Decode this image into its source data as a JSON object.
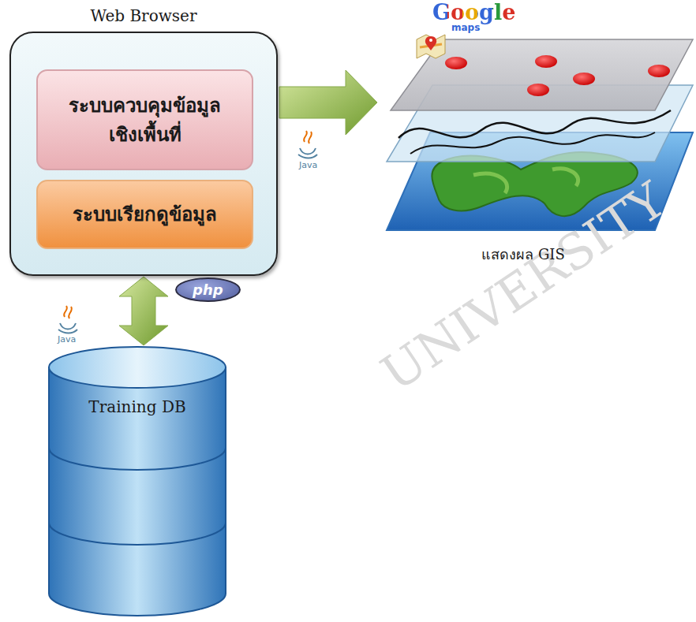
{
  "diagram": {
    "nodes": [
      {
        "text": [
          "Web Browser"
        ]
      },
      {
        "text": [
          "ระบบควบคุมข้อมูล เชิงเพื้นที่"
        ],
        "in": 0
      },
      {
        "text": [
          "ระบบเรียกดูข้อมูล"
        ],
        "in": 0
      },
      {
        "text": [
          "แสดงผล GIS"
        ]
      },
      {
        "text": [
          "Training DB"
        ]
      }
    ],
    "edges": [
      {
        "from": 0,
        "to": 3,
        "arrow": "to"
      },
      {
        "from": 0,
        "to": 4,
        "arrow": "both"
      }
    ],
    "labels": [
      "Google",
      "maps",
      "Java",
      "Java",
      "php",
      "UNIVERSITY"
    ]
  }
}
